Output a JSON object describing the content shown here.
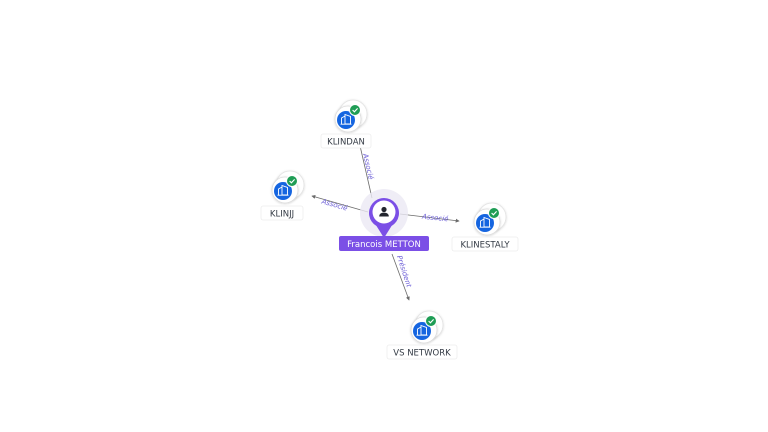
{
  "center": {
    "name": "Francois METTON",
    "icon": "person-icon",
    "color": "#7b4fe6"
  },
  "companies": [
    {
      "name": "KLINDAN",
      "icon": "building-icon",
      "status_icon": "check-badge-icon"
    },
    {
      "name": "KLINJJ",
      "icon": "building-icon",
      "status_icon": "check-badge-icon"
    },
    {
      "name": "KLINESTALY",
      "icon": "building-icon",
      "status_icon": "check-badge-icon"
    },
    {
      "name": "VS NETWORK",
      "icon": "building-icon",
      "status_icon": "check-badge-icon"
    }
  ],
  "relations": [
    {
      "label": "Associé",
      "target": "KLINDAN"
    },
    {
      "label": "Associé",
      "target": "KLINJJ"
    },
    {
      "label": "Associé",
      "target": "KLINESTALY"
    },
    {
      "label": "Président",
      "target": "VS NETWORK"
    }
  ],
  "colors": {
    "company_blue": "#1565e0",
    "verified_green": "#1f9d55",
    "relation_text": "#6a5cd6"
  }
}
